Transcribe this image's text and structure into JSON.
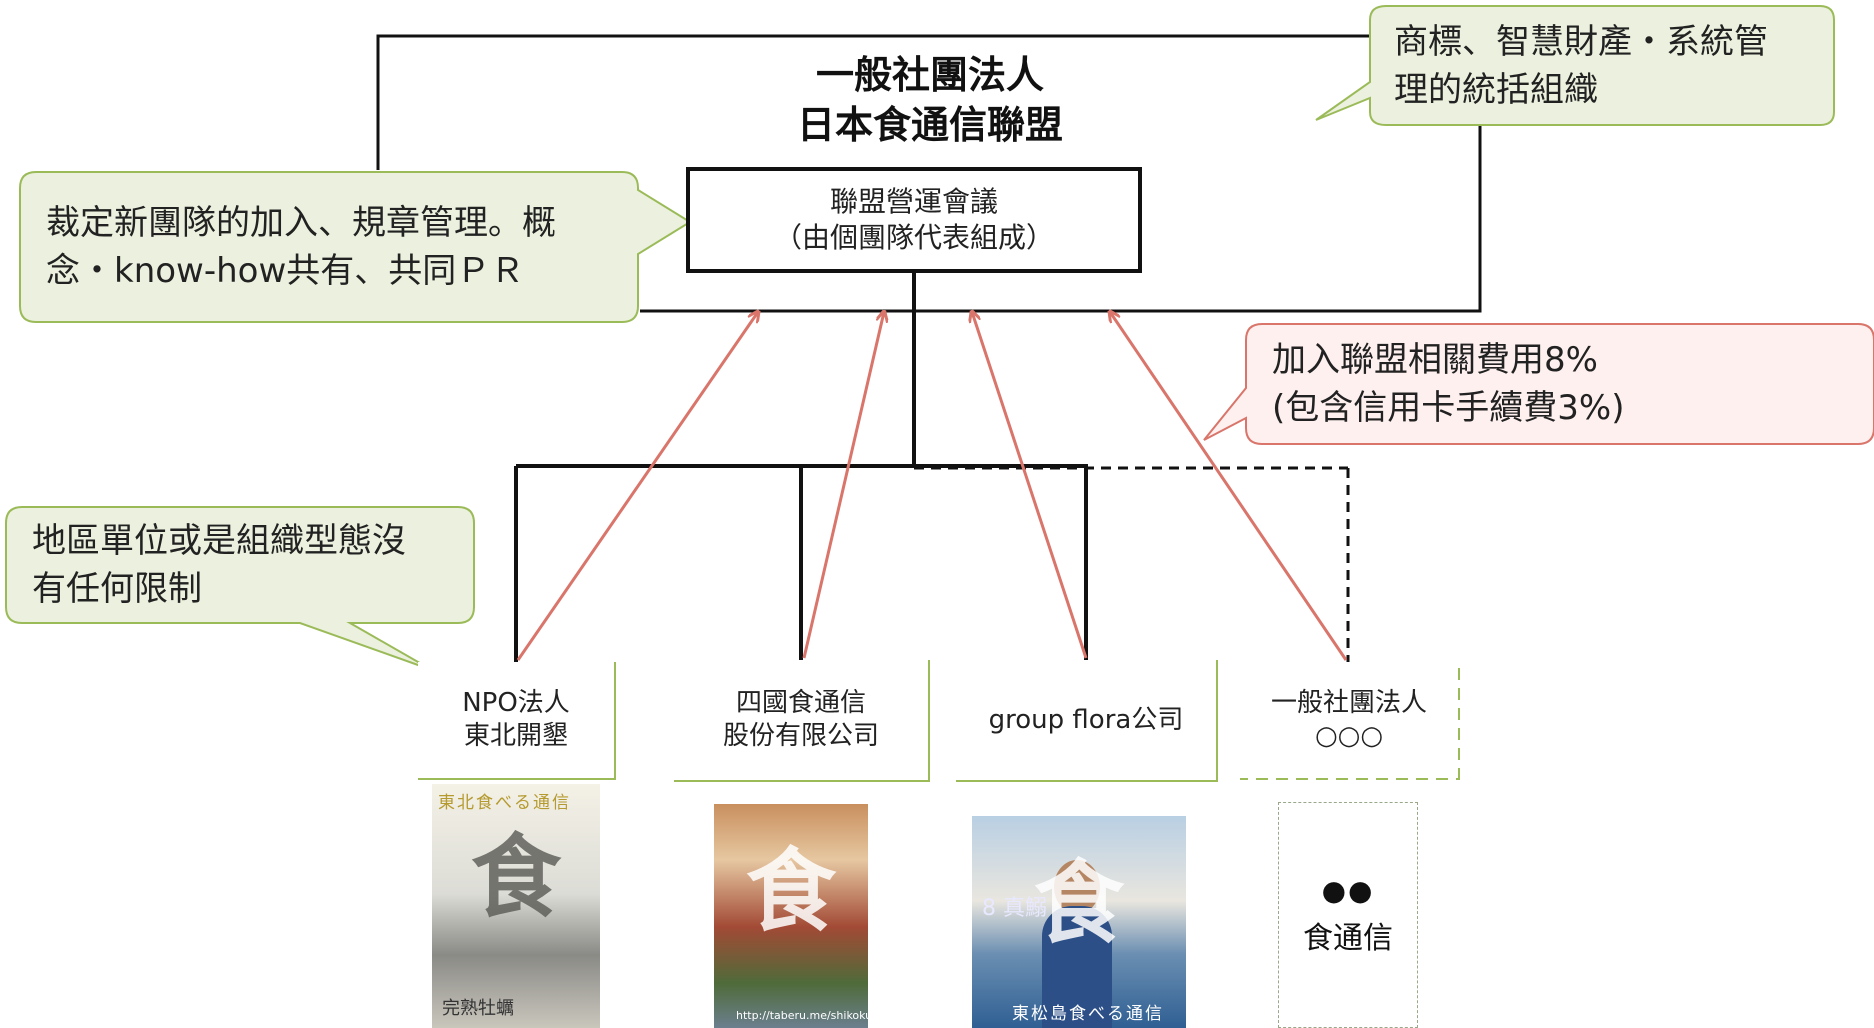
{
  "title": {
    "line1": "一般社團法人",
    "line2": "日本食通信聯盟"
  },
  "council": {
    "line1": "聯盟營運會議",
    "line2": "（由個團隊代表組成）"
  },
  "callouts": {
    "trademark": {
      "line1": "商標、智慧財產・系統管",
      "line2": "理的統括組織"
    },
    "council_role": {
      "line1": "裁定新團隊的加入、規章管理。概",
      "line2": "念・know-how共有、共同ＰＲ"
    },
    "fee": {
      "line1": "加入聯盟相關費用8%",
      "line2": "(包含信用卡手續費3%)"
    },
    "region": {
      "line1": "地區單位或是組織型態沒",
      "line2": "有任何限制"
    }
  },
  "organizations": [
    {
      "line1": "NPO法人",
      "line2": "東北開墾"
    },
    {
      "line1": "四國食通信",
      "line2": "股份有限公司"
    },
    {
      "line1": "group flora公司",
      "line2": ""
    },
    {
      "line1": "一般社團法人",
      "line2": "○○○"
    }
  ],
  "magazines": [
    {
      "title": "東北食べる通信",
      "logo": "食",
      "caption": "完熟牡蠣"
    },
    {
      "title": "",
      "logo": "食",
      "caption": "http://taberu.me/shikoku"
    },
    {
      "title": "東松島食べる通信",
      "logo": "食",
      "caption": "8 真鰯"
    },
    {
      "dots": "●●",
      "label": "食通信"
    }
  ],
  "colors": {
    "callout_fill": "#ebf1de",
    "callout_green_border": "#9bbb59",
    "fee_fill": "#fdf0ef",
    "fee_border": "#d9756a",
    "org_border": "#9bbb59",
    "arrow": "#d9756a",
    "line": "#111111"
  }
}
